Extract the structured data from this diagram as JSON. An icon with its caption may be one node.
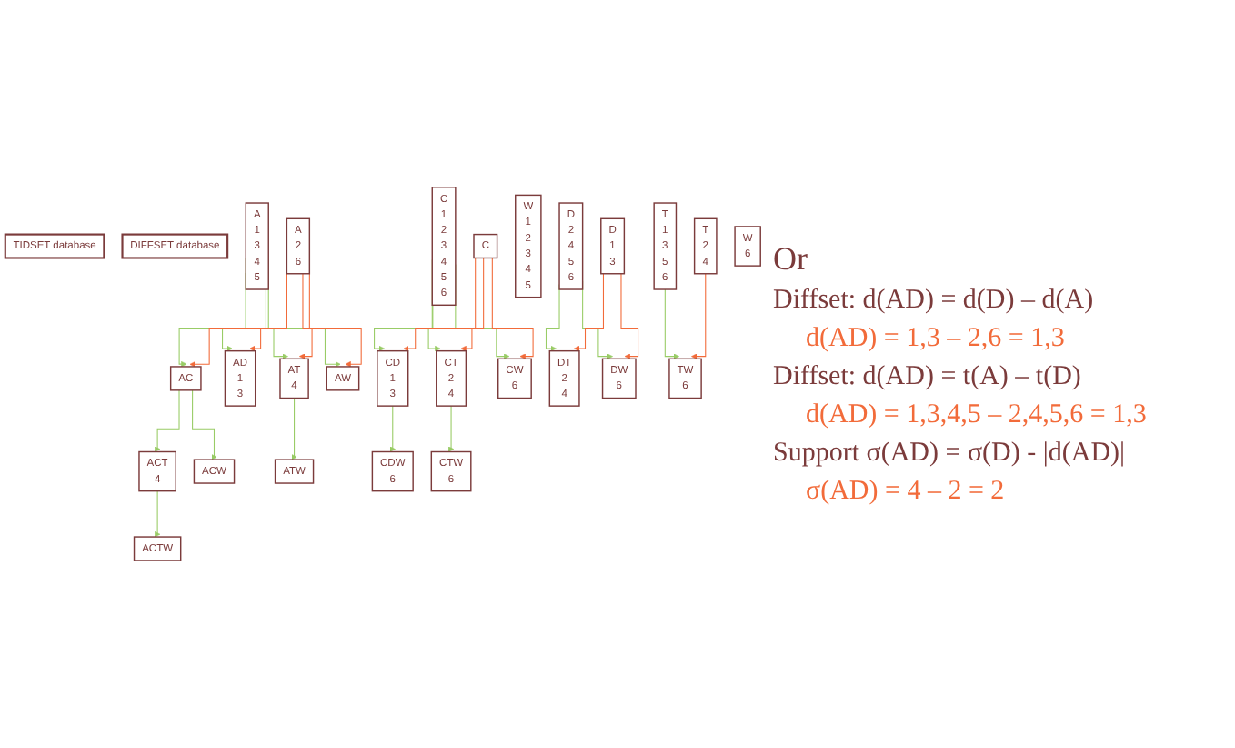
{
  "diagram": {
    "nodes": [
      {
        "text": [
          "TIDSET database"
        ]
      },
      {
        "text": [
          "DIFFSET database"
        ]
      },
      {
        "text": [
          "A",
          "1",
          "3",
          "4",
          "5"
        ]
      },
      {
        "text": [
          "C",
          "1",
          "2",
          "3",
          "4",
          "5",
          "6"
        ]
      },
      {
        "text": [
          "D",
          "2",
          "4",
          "5",
          "6"
        ]
      },
      {
        "text": [
          "T",
          "1",
          "3",
          "5",
          "6"
        ]
      },
      {
        "text": [
          "W",
          "1",
          "2",
          "3",
          "4",
          "5"
        ]
      },
      {
        "text": [
          "A",
          "2",
          "6"
        ]
      },
      {
        "text": [
          "C"
        ]
      },
      {
        "text": [
          "D",
          "1",
          "3"
        ]
      },
      {
        "text": [
          "T",
          "2",
          "4"
        ]
      },
      {
        "text": [
          "W",
          "6"
        ]
      },
      {
        "text": [
          "AC"
        ]
      },
      {
        "text": [
          "AD",
          "1",
          "3"
        ]
      },
      {
        "text": [
          "AT",
          "4"
        ]
      },
      {
        "text": [
          "AW"
        ]
      },
      {
        "text": [
          "CD",
          "1",
          "3"
        ]
      },
      {
        "text": [
          "CT",
          "2",
          "4"
        ]
      },
      {
        "text": [
          "CW",
          "6"
        ]
      },
      {
        "text": [
          "DT",
          "2",
          "4"
        ]
      },
      {
        "text": [
          "DW",
          "6"
        ]
      },
      {
        "text": [
          "TW",
          "6"
        ]
      },
      {
        "text": [
          "ACT",
          "4"
        ]
      },
      {
        "text": [
          "ACW"
        ]
      },
      {
        "text": [
          "ATW"
        ]
      },
      {
        "text": [
          "CDW",
          "6"
        ]
      },
      {
        "text": [
          "CTW",
          "6"
        ]
      },
      {
        "text": [
          "ACTW"
        ]
      }
    ],
    "edges": [
      {
        "from": 2,
        "to": 12,
        "arrow": "to"
      },
      {
        "from": 2,
        "to": 13,
        "arrow": "to"
      },
      {
        "from": 2,
        "to": 14,
        "arrow": "to"
      },
      {
        "from": 2,
        "to": 15,
        "arrow": "to"
      },
      {
        "from": 3,
        "to": 16,
        "arrow": "to"
      },
      {
        "from": 3,
        "to": 17,
        "arrow": "to"
      },
      {
        "from": 3,
        "to": 18,
        "arrow": "to"
      },
      {
        "from": 4,
        "to": 19,
        "arrow": "to"
      },
      {
        "from": 4,
        "to": 20,
        "arrow": "to"
      },
      {
        "from": 5,
        "to": 21,
        "arrow": "to"
      },
      {
        "from": 7,
        "to": 12,
        "arrow": "to",
        "color": "#f26b3a"
      },
      {
        "from": 7,
        "to": 13,
        "arrow": "to",
        "color": "#f26b3a"
      },
      {
        "from": 7,
        "to": 14,
        "arrow": "to",
        "color": "#f26b3a"
      },
      {
        "from": 7,
        "to": 15,
        "arrow": "to",
        "color": "#f26b3a"
      },
      {
        "from": 8,
        "to": 16,
        "arrow": "to",
        "color": "#f26b3a"
      },
      {
        "from": 8,
        "to": 17,
        "arrow": "to",
        "color": "#f26b3a"
      },
      {
        "from": 8,
        "to": 18,
        "arrow": "to",
        "color": "#f26b3a"
      },
      {
        "from": 9,
        "to": 19,
        "arrow": "to",
        "color": "#f26b3a"
      },
      {
        "from": 9,
        "to": 20,
        "arrow": "to",
        "color": "#f26b3a"
      },
      {
        "from": 10,
        "to": 21,
        "arrow": "to",
        "color": "#f26b3a"
      },
      {
        "from": 12,
        "to": 22,
        "arrow": "to"
      },
      {
        "from": 12,
        "to": 23,
        "arrow": "to"
      },
      {
        "from": 14,
        "to": 24,
        "arrow": "to"
      },
      {
        "from": 16,
        "to": 25,
        "arrow": "to"
      },
      {
        "from": 17,
        "to": 26,
        "arrow": "to"
      },
      {
        "from": 22,
        "to": 27,
        "arrow": "to"
      }
    ],
    "labels": [
      "Or",
      "Diffset: d(AD) = d(D) – d(A)",
      "d(AD) = 1,3 – 2,6 = 1,3",
      "Diffset: d(AD) = t(A) – t(D)",
      "d(AD) = 1,3,4,5 – 2,4,5,6 = 1,3",
      "Support σ(AD) = σ(D) - |d(AD)|",
      "σ(AD) = 4 – 2 = 2"
    ]
  }
}
